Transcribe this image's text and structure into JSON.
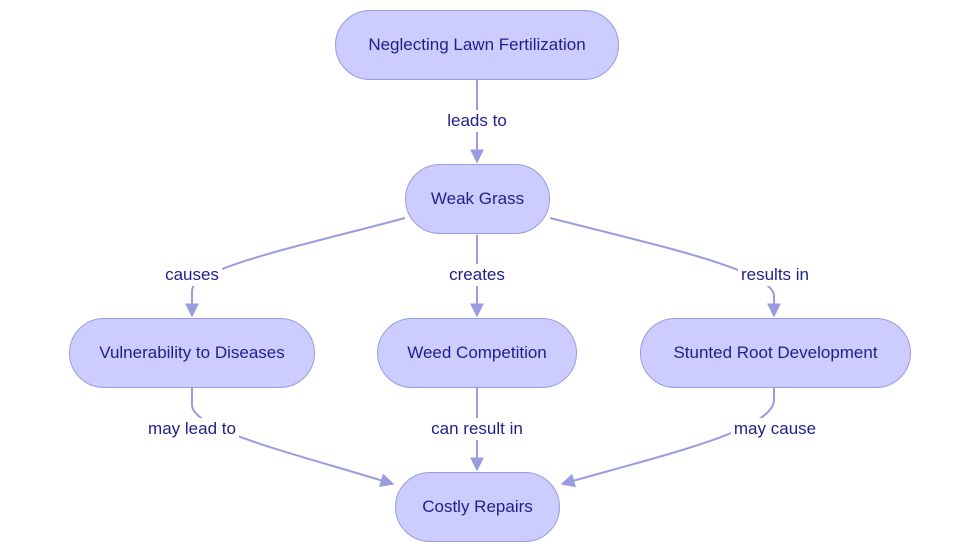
{
  "nodes": {
    "neglect": "Neglecting Lawn Fertilization",
    "weak": "Weak Grass",
    "vuln": "Vulnerability to Diseases",
    "weed": "Weed Competition",
    "root": "Stunted Root Development",
    "cost": "Costly Repairs"
  },
  "edges": {
    "leads_to": "leads to",
    "causes": "causes",
    "creates": "creates",
    "results_in": "results in",
    "may_lead_to": "may lead to",
    "can_result_in": "can result in",
    "may_cause": "may cause"
  },
  "colors": {
    "node_fill": "#ccccff",
    "node_border": "#9a9be0",
    "edge": "#9a9be0",
    "text": "#1f1f8a"
  }
}
